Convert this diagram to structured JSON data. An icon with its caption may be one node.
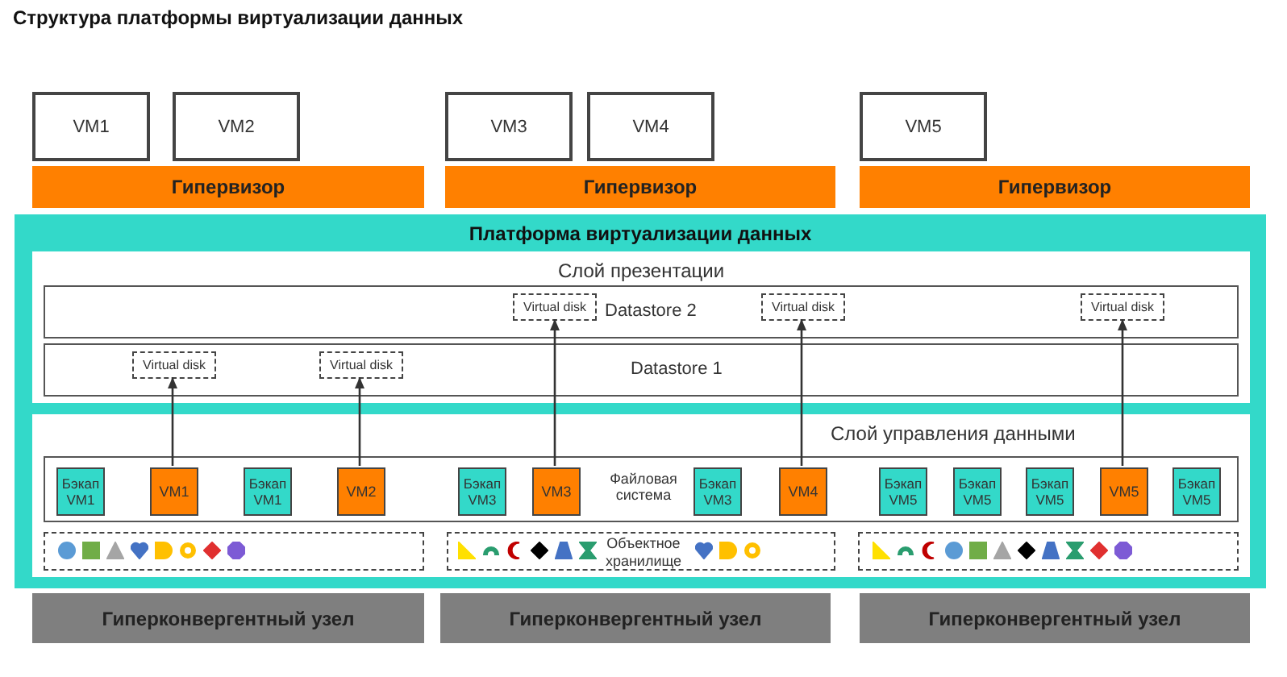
{
  "diagram": {
    "title": "Структура платформы виртуализации данных",
    "nodes": [
      {
        "text": [
          "VM1"
        ]
      },
      {
        "text": [
          "VM2"
        ]
      },
      {
        "text": [
          "VM3"
        ]
      },
      {
        "text": [
          "VM4"
        ]
      },
      {
        "text": [
          "VM5"
        ]
      },
      {
        "text": [
          "Гипервизор"
        ]
      },
      {
        "text": [
          "Гипервизор"
        ]
      },
      {
        "text": [
          "Гипервизор"
        ]
      },
      {
        "text": [
          "Платформа виртуализации данных"
        ]
      },
      {
        "text": [
          "Слой презентации"
        ],
        "in": 8
      },
      {
        "text": [
          "Datastore 2"
        ],
        "in": 9
      },
      {
        "text": [
          "Virtual disk"
        ],
        "in": 10
      },
      {
        "text": [
          "Virtual disk"
        ],
        "in": 10
      },
      {
        "text": [
          "Virtual disk"
        ],
        "in": 10
      },
      {
        "text": [
          "Datastore 1"
        ],
        "in": 9
      },
      {
        "text": [
          "Virtual disk"
        ],
        "in": 14
      },
      {
        "text": [
          "Virtual disk"
        ],
        "in": 14
      },
      {
        "text": [
          "Слой управления данными"
        ],
        "in": 8
      },
      {
        "text": [
          "Файловая система"
        ],
        "in": 17
      },
      {
        "text": [
          "Бэкап VM1"
        ],
        "in": 18
      },
      {
        "text": [
          "VM1"
        ],
        "in": 18
      },
      {
        "text": [
          "Бэкап VM1"
        ],
        "in": 18
      },
      {
        "text": [
          "VM2"
        ],
        "in": 18
      },
      {
        "text": [
          "Бэкап VM3"
        ],
        "in": 18
      },
      {
        "text": [
          "VM3"
        ],
        "in": 18
      },
      {
        "text": [
          "Бэкап VM3"
        ],
        "in": 18
      },
      {
        "text": [
          "VM4"
        ],
        "in": 18
      },
      {
        "text": [
          "Бэкап VM5"
        ],
        "in": 18
      },
      {
        "text": [
          "Бэкап VM5"
        ],
        "in": 18
      },
      {
        "text": [
          "Бэкап VM5"
        ],
        "in": 18
      },
      {
        "text": [
          "VM5"
        ],
        "in": 18
      },
      {
        "text": [
          "Бэкап VM5"
        ],
        "in": 18
      },
      {
        "text": [],
        "shape": "box",
        "in": 17
      },
      {
        "text": [
          "Объектное хранилище"
        ],
        "in": 17
      },
      {
        "text": [],
        "shape": "box",
        "in": 17
      },
      {
        "text": [
          "Гиперконвергентный узел"
        ]
      },
      {
        "text": [
          "Гиперконвергентный узел"
        ]
      },
      {
        "text": [
          "Гиперконвергентный узел"
        ]
      }
    ],
    "edges": [
      {
        "from": 20,
        "to": 15,
        "arrow": "to"
      },
      {
        "from": 22,
        "to": 16,
        "arrow": "to"
      },
      {
        "from": 24,
        "to": 11,
        "arrow": "to"
      },
      {
        "from": 26,
        "to": 12,
        "arrow": "to"
      },
      {
        "from": 30,
        "to": 13,
        "arrow": "to"
      }
    ]
  }
}
